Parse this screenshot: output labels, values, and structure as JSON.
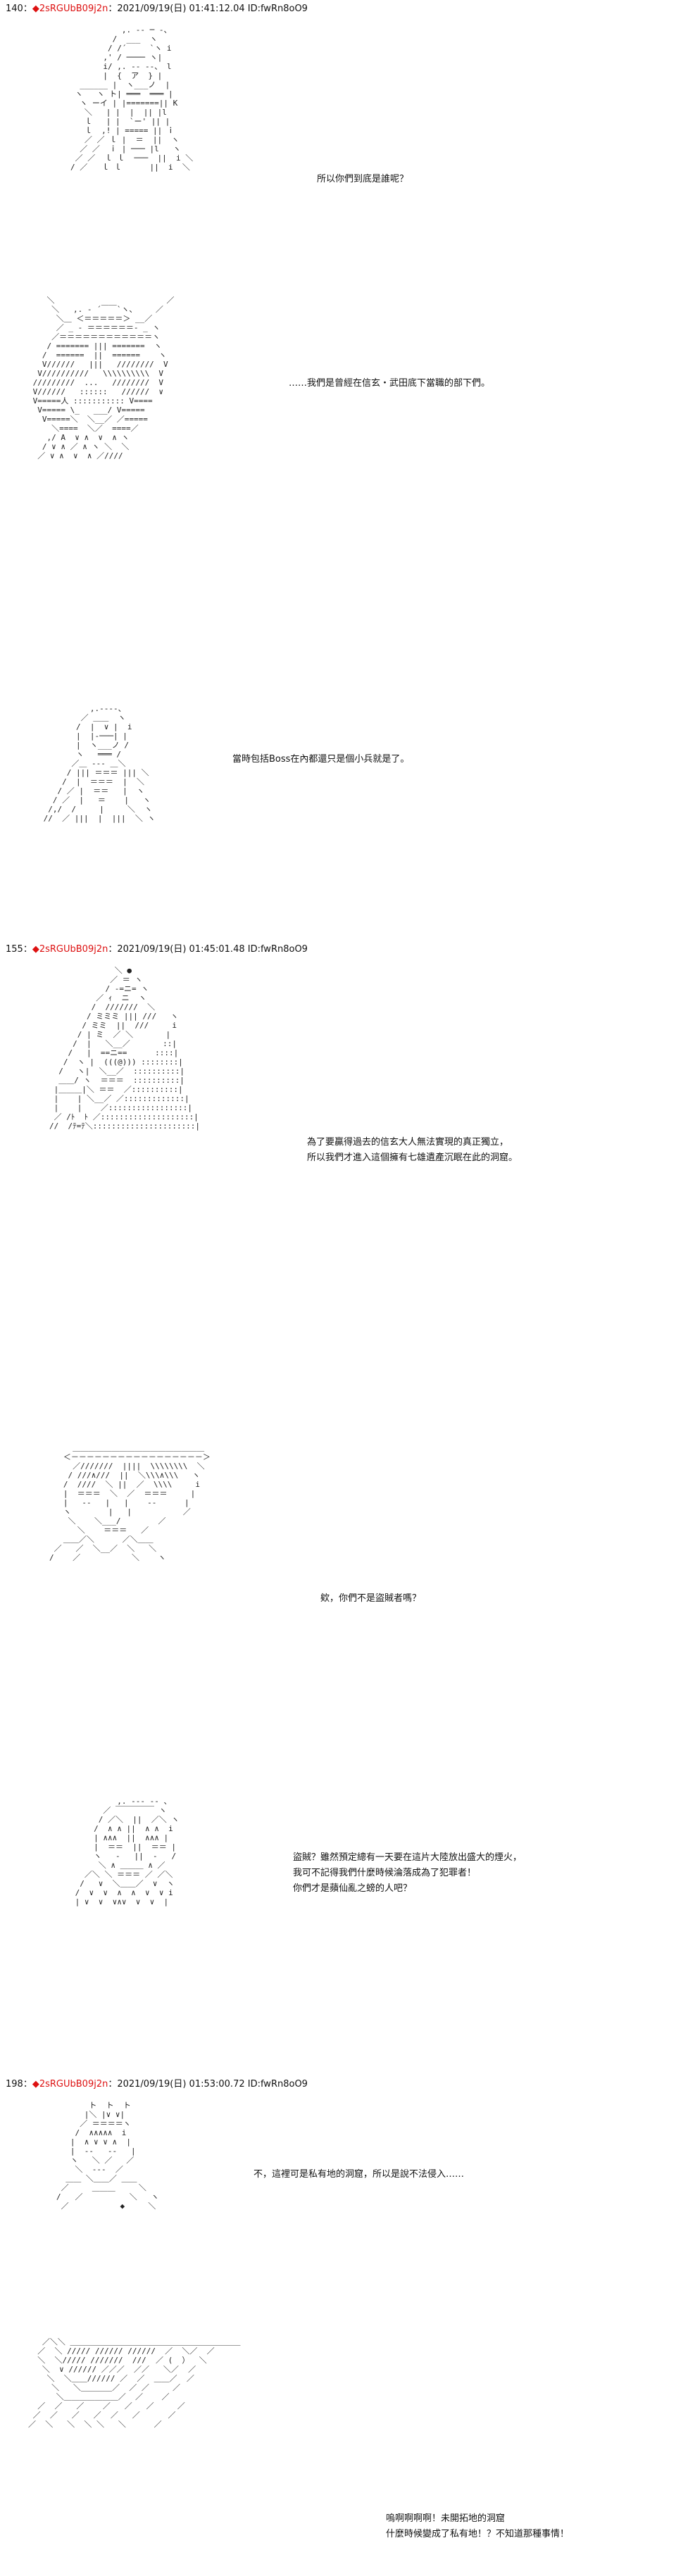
{
  "posts": [
    {
      "number": "140",
      "separator": "：",
      "name": "◆2sRGUbB09j2n",
      "meta": "：2021/09/19(日) 01:41:12.04 ID:fwRn8oO9",
      "panels": [
        {
          "lines": [
            "所以你們到底是誰呢？"
          ]
        },
        {
          "lines": [
            "……我們是曾經在信玄・武田底下當職的部下們。"
          ]
        },
        {
          "lines": [
            "當時包括Boss在內都還只是個小兵就是了。"
          ]
        }
      ]
    },
    {
      "number": "155",
      "separator": "：",
      "name": "◆2sRGUbB09j2n",
      "meta": "：2021/09/19(日) 01:45:01.48 ID:fwRn8oO9",
      "panels": [
        {
          "lines": [
            "為了要贏得過去的信玄大人無法實現的真正獨立，",
            "所以我們才進入這個擁有七雄遺產沉眠在此的洞窟。"
          ]
        },
        {
          "lines": [
            "欸，你們不是盜賊者嗎？"
          ]
        },
        {
          "lines": [
            "盜賊？雖然預定總有一天要在這片大陸放出盛大的煙火，",
            "我可不記得我們什麼時候淪落成為了犯罪者！",
            "你們才是蘋仙亂之螃的人吧？"
          ]
        }
      ]
    },
    {
      "number": "198",
      "separator": "：",
      "name": "◆2sRGUbB09j2n",
      "meta": "：2021/09/19(日) 01:53:00.72 ID:fwRn8oO9",
      "panels": [
        {
          "lines": [
            "不，這裡可是私有地的洞窟，所以是說不法侵入……"
          ]
        },
        {
          "lines": [
            "嗚啊啊啊啊！未開拓地的洞窟",
            "什麼時候變成了私有地！？不知道那種事情！"
          ]
        }
      ]
    }
  ]
}
